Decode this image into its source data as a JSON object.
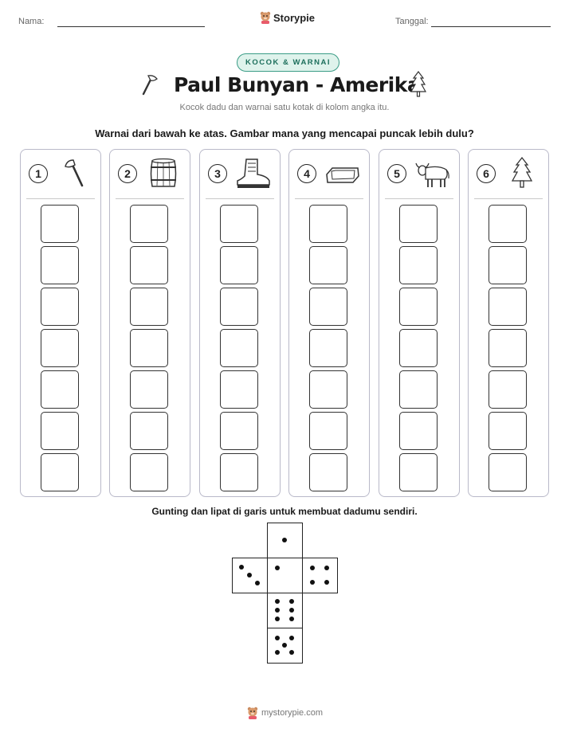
{
  "header": {
    "name_label": "Nama:",
    "date_label": "Tanggal:",
    "brand": "Storypie"
  },
  "badge": "KOCOK & WARNAI",
  "title": "Paul Bunyan - Amerika",
  "subtitle": "Kocok dadu dan warnai satu kotak di kolom angka itu.",
  "instruction": "Warnai dari bawah ke atas. Gambar mana yang mencapai puncak lebih dulu?",
  "columns": [
    {
      "number": "1",
      "icon": "axe-icon"
    },
    {
      "number": "2",
      "icon": "barrel-icon"
    },
    {
      "number": "3",
      "icon": "boot-icon"
    },
    {
      "number": "4",
      "icon": "pan-icon"
    },
    {
      "number": "5",
      "icon": "ox-icon"
    },
    {
      "number": "6",
      "icon": "pine-tree-icon"
    }
  ],
  "boxes_per_column": 7,
  "cut_instruction": "Gunting dan lipat di garis untuk membuat dadumu sendiri.",
  "die_faces": [
    1,
    3,
    1,
    4,
    6,
    5
  ],
  "footer": "mystorypie.com"
}
